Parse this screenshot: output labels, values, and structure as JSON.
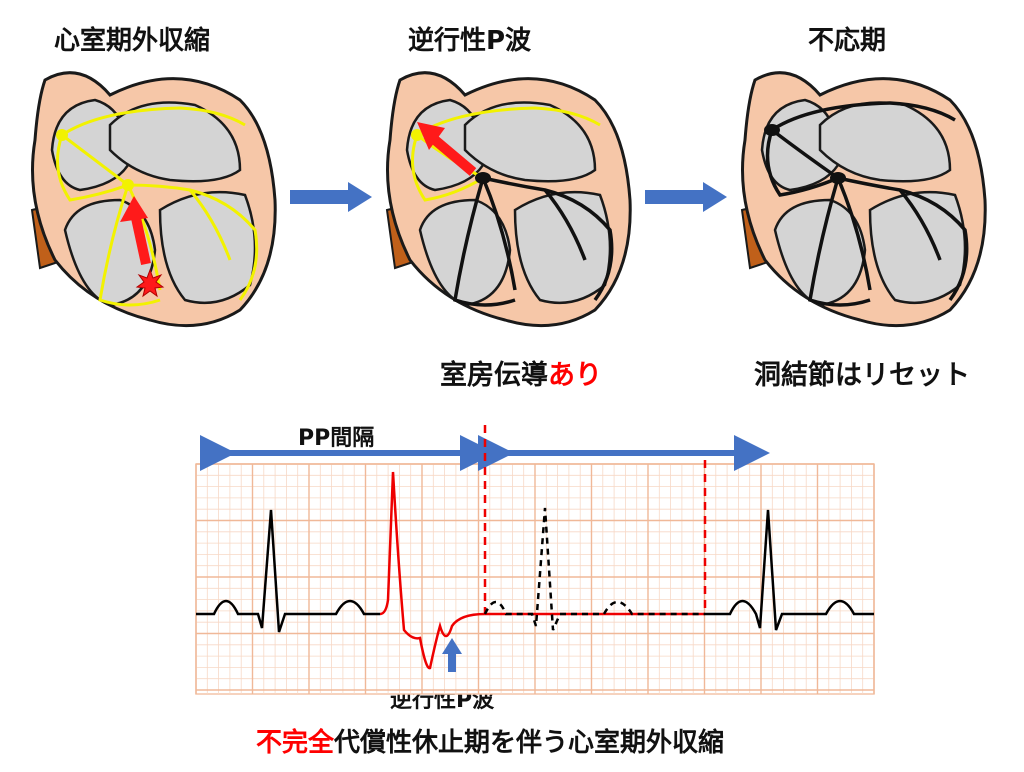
{
  "panels": [
    {
      "title": "心室期外収縮",
      "caption_main": "",
      "caption_highlight": ""
    },
    {
      "title": "逆行性P波",
      "caption_main": "室房伝導",
      "caption_highlight": "あり"
    },
    {
      "title": "不応期",
      "caption_main": "洞結節はリセット",
      "caption_highlight": ""
    }
  ],
  "ecg": {
    "pp_label": "PP間隔",
    "retro_p_label": "逆行性P波",
    "caption_highlight": "不完全",
    "caption_rest": "代償性休止期を伴う心室期外収縮"
  },
  "colors": {
    "heart_fill": "#f6c7a8",
    "heart_outline": "#1a1a1a",
    "chamber_fill": "#d4d4d4",
    "aorta": "#c0601a",
    "conduction_active": "#f2f200",
    "conduction_resting": "#111111",
    "arrow_red": "#ff1a1a",
    "flow_arrow_blue": "#4472c4",
    "grid_line": "#f3c4a8",
    "ecg_normal": "#000000",
    "ecg_pvc": "#ee0000",
    "highlight_text": "#ff0000"
  }
}
